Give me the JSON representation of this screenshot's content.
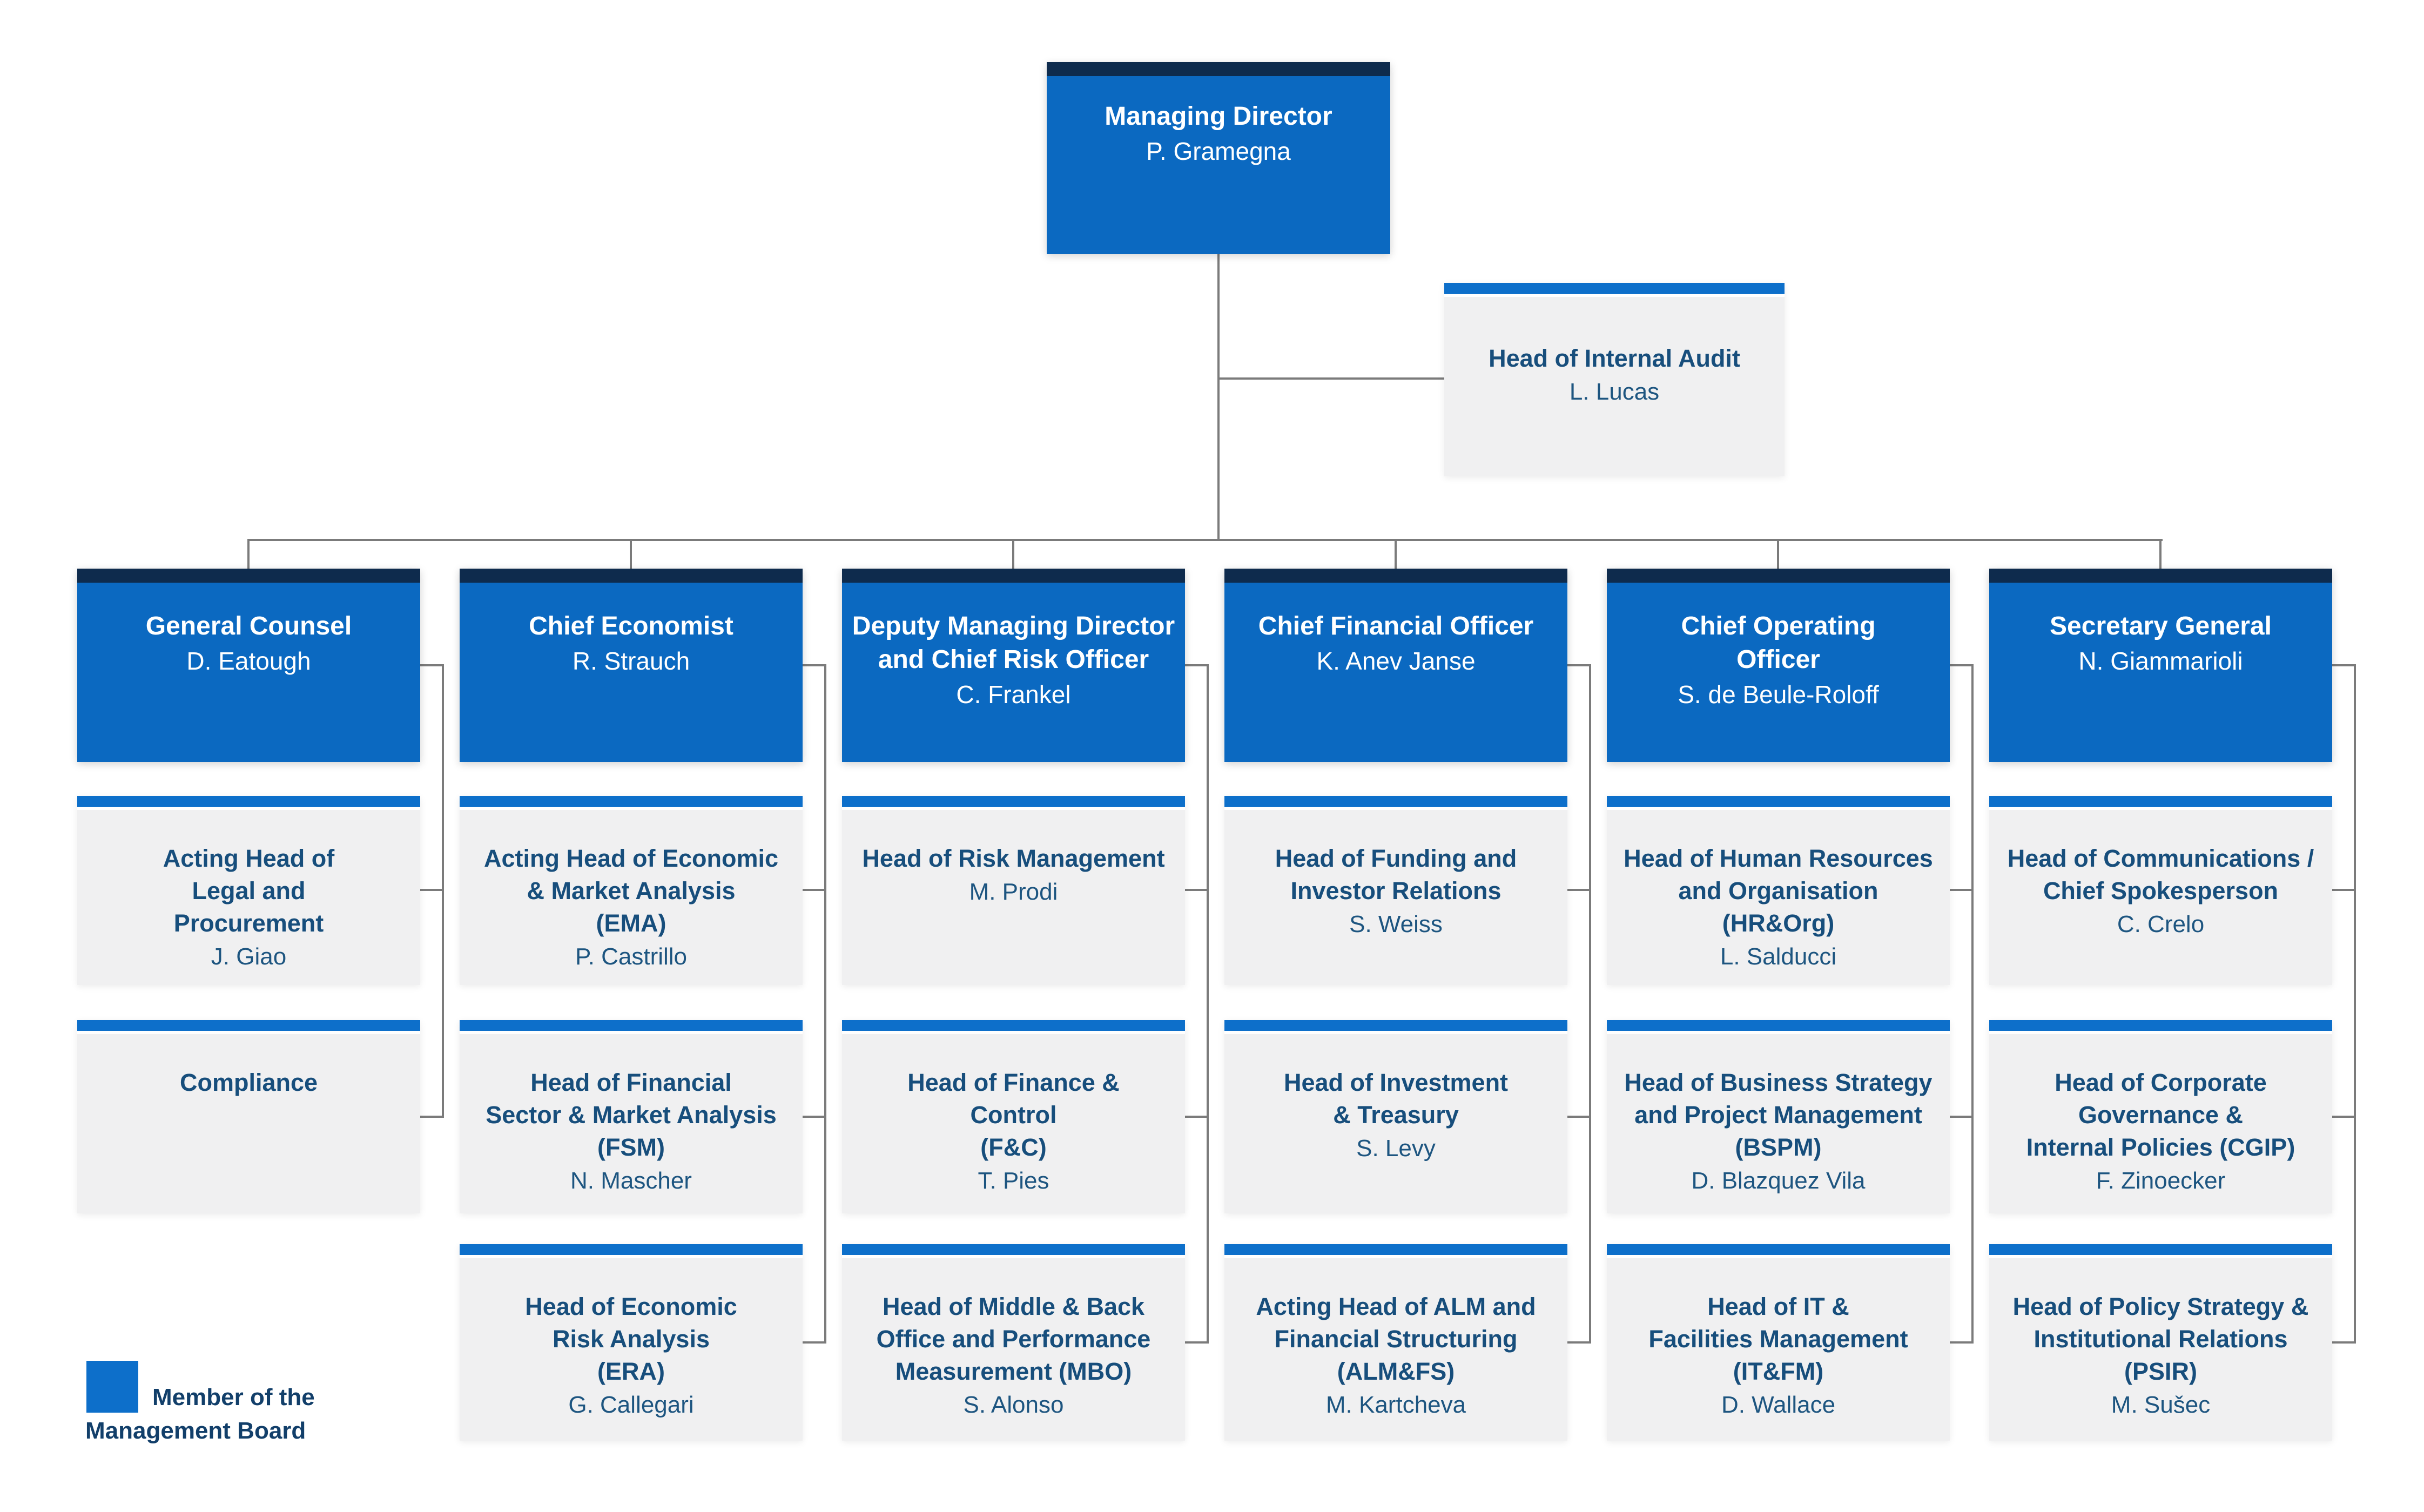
{
  "root": {
    "title": "Managing Director",
    "name": "P. Gramegna"
  },
  "internal_audit": {
    "title": "Head of Internal Audit",
    "name": "L. Lucas"
  },
  "columns": [
    {
      "head": {
        "title": "General Counsel",
        "name": "D. Eatough"
      },
      "children": [
        {
          "title": "Acting Head of\nLegal and\nProcurement",
          "name": "J. Giao"
        },
        {
          "title": "Compliance",
          "name": ""
        }
      ]
    },
    {
      "head": {
        "title": "Chief Economist",
        "name": "R. Strauch"
      },
      "children": [
        {
          "title": "Acting Head of Economic\n& Market Analysis\n(EMA)",
          "name": "P. Castrillo"
        },
        {
          "title": "Head of Financial\nSector & Market Analysis\n(FSM)",
          "name": "N. Mascher"
        },
        {
          "title": "Head of Economic\nRisk Analysis\n(ERA)",
          "name": "G. Callegari"
        }
      ]
    },
    {
      "head": {
        "title": "Deputy Managing Director\nand Chief Risk Officer",
        "name": "C. Frankel"
      },
      "children": [
        {
          "title": "Head of Risk Management",
          "name": "M. Prodi"
        },
        {
          "title": "Head of Finance &\nControl\n(F&C)",
          "name": "T. Pies"
        },
        {
          "title": "Head of Middle & Back\nOffice and Performance\nMeasurement (MBO)",
          "name": "S. Alonso"
        }
      ]
    },
    {
      "head": {
        "title": "Chief Financial Officer",
        "name": "K. Anev Janse"
      },
      "children": [
        {
          "title": "Head of Funding and\nInvestor Relations",
          "name": "S. Weiss"
        },
        {
          "title": "Head of Investment\n& Treasury",
          "name": "S. Levy"
        },
        {
          "title": "Acting Head of ALM and\nFinancial Structuring\n(ALM&FS)",
          "name": "M. Kartcheva"
        }
      ]
    },
    {
      "head": {
        "title": "Chief Operating\nOfficer",
        "name": "S. de Beule-Roloff"
      },
      "children": [
        {
          "title": "Head of Human Resources\nand Organisation\n(HR&Org)",
          "name": "L. Salducci"
        },
        {
          "title": "Head of Business Strategy\nand Project Management\n(BSPM)",
          "name": "D. Blazquez Vila"
        },
        {
          "title": "Head of IT &\nFacilities Management\n(IT&FM)",
          "name": "D. Wallace"
        }
      ]
    },
    {
      "head": {
        "title": "Secretary General",
        "name": "N. Giammarioli"
      },
      "children": [
        {
          "title": "Head of Communications /\nChief Spokesperson",
          "name": "C. Crelo"
        },
        {
          "title": "Head of Corporate\nGovernance &\nInternal Policies (CGIP)",
          "name": "F. Zinoecker"
        },
        {
          "title": "Head of Policy Strategy &\nInstitutional Relations\n(PSIR)",
          "name": "M. Sušec"
        }
      ]
    }
  ],
  "legend": {
    "line1": "Member of the",
    "line2": "Management Board"
  },
  "colors": {
    "member_box_blue": "#0b69c1",
    "top_bar_navy": "#0e2b4d",
    "top_bar_blue": "#0d6fca",
    "box_gray": "#f0f0f1",
    "text_dark_blue": "#174e7c",
    "connector_gray": "#7b7b7b"
  }
}
